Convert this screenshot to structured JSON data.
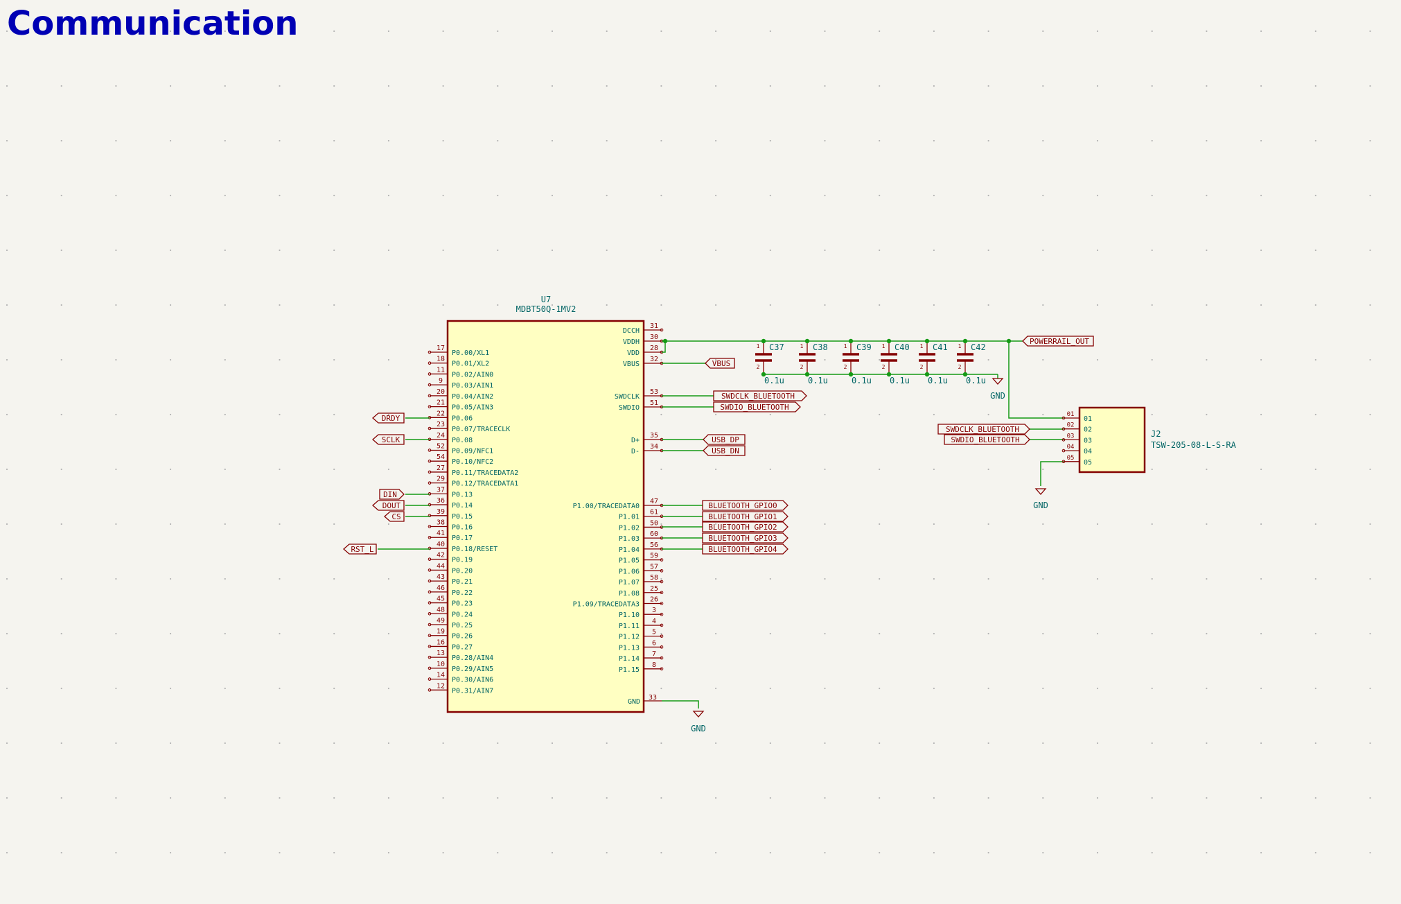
{
  "sheet": {
    "title": "Communication",
    "colors": {
      "background": "#f5f4ef",
      "wire": "#159a15",
      "component": "#840000",
      "body_fill": "#ffffc2",
      "text": "#006464",
      "title": "#0000b4",
      "grid": "#b4b4b4"
    }
  },
  "u7": {
    "ref": "U7",
    "value": "MDBT50Q-1MV2",
    "left_pins": [
      {
        "num": "17",
        "name": "P0.00/XL1"
      },
      {
        "num": "18",
        "name": "P0.01/XL2"
      },
      {
        "num": "11",
        "name": "P0.02/AIN0"
      },
      {
        "num": "9",
        "name": "P0.03/AIN1"
      },
      {
        "num": "20",
        "name": "P0.04/AIN2"
      },
      {
        "num": "21",
        "name": "P0.05/AIN3"
      },
      {
        "num": "22",
        "name": "P0.06"
      },
      {
        "num": "23",
        "name": "P0.07/TRACECLK"
      },
      {
        "num": "24",
        "name": "P0.08"
      },
      {
        "num": "52",
        "name": "P0.09/NFC1"
      },
      {
        "num": "54",
        "name": "P0.10/NFC2"
      },
      {
        "num": "27",
        "name": "P0.11/TRACEDATA2"
      },
      {
        "num": "29",
        "name": "P0.12/TRACEDATA1"
      },
      {
        "num": "37",
        "name": "P0.13"
      },
      {
        "num": "36",
        "name": "P0.14"
      },
      {
        "num": "39",
        "name": "P0.15"
      },
      {
        "num": "38",
        "name": "P0.16"
      },
      {
        "num": "41",
        "name": "P0.17"
      },
      {
        "num": "40",
        "name": "P0.18/RESET"
      },
      {
        "num": "42",
        "name": "P0.19"
      },
      {
        "num": "44",
        "name": "P0.20"
      },
      {
        "num": "43",
        "name": "P0.21"
      },
      {
        "num": "46",
        "name": "P0.22"
      },
      {
        "num": "45",
        "name": "P0.23"
      },
      {
        "num": "48",
        "name": "P0.24"
      },
      {
        "num": "49",
        "name": "P0.25"
      },
      {
        "num": "19",
        "name": "P0.26"
      },
      {
        "num": "16",
        "name": "P0.27"
      },
      {
        "num": "13",
        "name": "P0.28/AIN4"
      },
      {
        "num": "10",
        "name": "P0.29/AIN5"
      },
      {
        "num": "14",
        "name": "P0.30/AIN6"
      },
      {
        "num": "12",
        "name": "P0.31/AIN7"
      }
    ],
    "right_pins_top": [
      {
        "num": "31",
        "name": "DCCH"
      },
      {
        "num": "30",
        "name": "VDDH"
      },
      {
        "num": "28",
        "name": "VDD"
      },
      {
        "num": "32",
        "name": "VBUS"
      },
      {
        "num": "53",
        "name": "SWDCLK"
      },
      {
        "num": "51",
        "name": "SWDIO"
      },
      {
        "num": "35",
        "name": "D+"
      },
      {
        "num": "34",
        "name": "D-"
      }
    ],
    "right_pins_p1": [
      {
        "num": "47",
        "name": "P1.00/TRACEDATA0"
      },
      {
        "num": "61",
        "name": "P1.01"
      },
      {
        "num": "50",
        "name": "P1.02"
      },
      {
        "num": "60",
        "name": "P1.03"
      },
      {
        "num": "56",
        "name": "P1.04"
      },
      {
        "num": "59",
        "name": "P1.05"
      },
      {
        "num": "57",
        "name": "P1.06"
      },
      {
        "num": "58",
        "name": "P1.07"
      },
      {
        "num": "25",
        "name": "P1.08"
      },
      {
        "num": "26",
        "name": "P1.09/TRACEDATA3"
      },
      {
        "num": "3",
        "name": "P1.10"
      },
      {
        "num": "4",
        "name": "P1.11"
      },
      {
        "num": "5",
        "name": "P1.12"
      },
      {
        "num": "6",
        "name": "P1.13"
      },
      {
        "num": "7",
        "name": "P1.14"
      },
      {
        "num": "8",
        "name": "P1.15"
      }
    ],
    "gnd_pin": {
      "num": "33",
      "name": "GND"
    }
  },
  "left_labels": {
    "drdy": "DRDY",
    "sclk": "SCLK",
    "din": "DIN",
    "dout": "DOUT",
    "cs": "CS",
    "rst": "RST_L"
  },
  "right_labels": {
    "vbus": "VBUS",
    "swdclk": "SWDCLK_BLUETOOTH",
    "swdio": "SWDIO_BLUETOOTH",
    "usb_dp": "USB_DP",
    "usb_dn": "USB_DN",
    "gpio": [
      "BLUETOOTH_GPIO0",
      "BLUETOOTH_GPIO1",
      "BLUETOOTH_GPIO2",
      "BLUETOOTH_GPIO3",
      "BLUETOOTH_GPIO4"
    ],
    "powerrail": "POWERRAIL_OUT"
  },
  "capacitors": [
    {
      "ref": "C37",
      "value": "0.1u"
    },
    {
      "ref": "C38",
      "value": "0.1u"
    },
    {
      "ref": "C39",
      "value": "0.1u"
    },
    {
      "ref": "C40",
      "value": "0.1u"
    },
    {
      "ref": "C41",
      "value": "0.1u"
    },
    {
      "ref": "C42",
      "value": "0.1u"
    }
  ],
  "cap_pin_numbers": {
    "top": "1",
    "bottom": "2"
  },
  "gnd_symbols": {
    "caps": "GND",
    "u7": "GND",
    "j2": "GND"
  },
  "j2": {
    "ref": "J2",
    "value": "TSW-205-08-L-S-RA",
    "pins": [
      {
        "num": "01",
        "name": "01"
      },
      {
        "num": "02",
        "name": "02"
      },
      {
        "num": "03",
        "name": "03"
      },
      {
        "num": "04",
        "name": "04"
      },
      {
        "num": "05",
        "name": "05"
      }
    ],
    "labels": {
      "swdclk": "SWDCLK_BLUETOOTH",
      "swdio": "SWDIO_BLUETOOTH"
    }
  }
}
